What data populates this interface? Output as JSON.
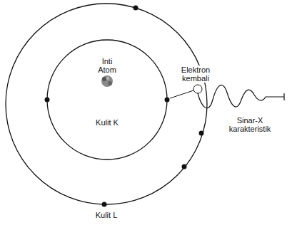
{
  "diagram": {
    "labels": [
      "Elektron kembali",
      "Inti Atom",
      "Sinar-X karakteristik",
      "Kulit K",
      "Kulit L"
    ]
  }
}
